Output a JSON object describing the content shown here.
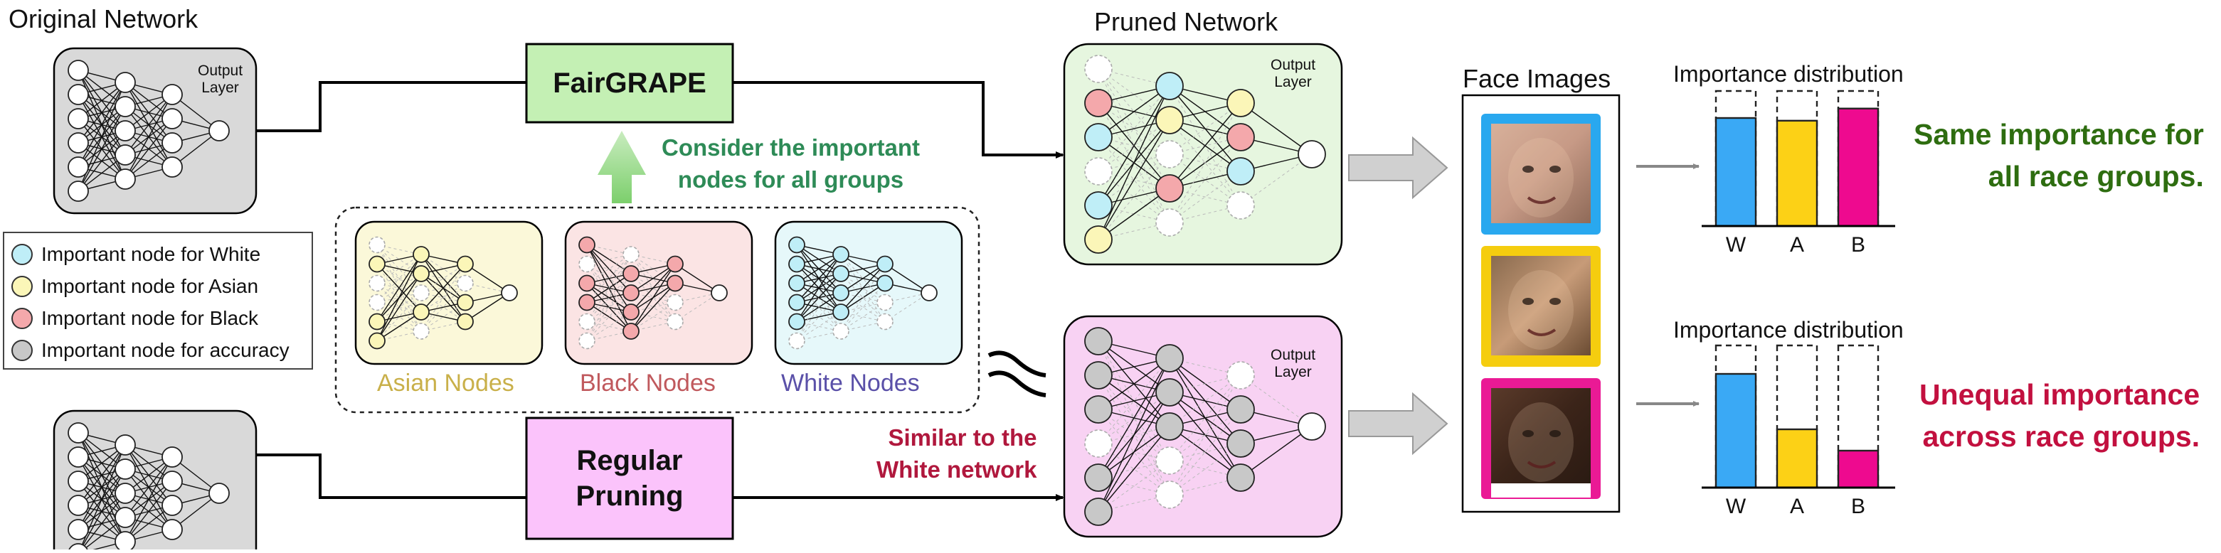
{
  "labels": {
    "original_network": "Original Network",
    "pruned_network": "Pruned Network",
    "output_layer": [
      "Output",
      "Layer"
    ],
    "fairgrape": "FairGRAPE",
    "regular_pruning": [
      "Regular",
      "Pruning"
    ],
    "consider": [
      "Consider the important",
      "nodes for all groups"
    ],
    "similar": [
      "Similar to the",
      "White network"
    ],
    "face_images": "Face Images",
    "importance_distribution": "Importance distribution",
    "same_importance": [
      "Same importance for",
      "all race groups."
    ],
    "unequal_importance": [
      "Unequal importance",
      "across race groups."
    ]
  },
  "legend": [
    {
      "label": "Important node for White",
      "color": "#bfeef7"
    },
    {
      "label": "Important node for Asian",
      "color": "#fbf6b8"
    },
    {
      "label": "Important node for Black",
      "color": "#f4a8ab"
    },
    {
      "label": "Important node for accuracy",
      "color": "#c8c8c8"
    }
  ],
  "groups": [
    {
      "label": "Asian Nodes",
      "color": "#c9b04a",
      "bg": "#fbf8d9",
      "node": "#fbf6b8"
    },
    {
      "label": "Black Nodes",
      "color": "#c0595d",
      "bg": "#fbe4e4",
      "node": "#f4a8ab"
    },
    {
      "label": "White Nodes",
      "color": "#5a50a8",
      "bg": "#e6f8fa",
      "node": "#bfeef7"
    }
  ],
  "colors": {
    "network_gray_bg": "#d9d9d9",
    "pruned_green_bg": "#e6f6df",
    "pruned_pink_bg": "#f8d2f3",
    "fairgrape_box": "#c4f0b4",
    "regular_box": "#fbc3fb",
    "bar_white": "#3aa9f5",
    "bar_asian": "#fcd116",
    "bar_black": "#ee0a8f",
    "face_frame_1": "#29a8ef",
    "face_frame_2": "#f5cd0f",
    "face_frame_3": "#ea1a95"
  },
  "chart_data": [
    {
      "type": "bar",
      "title": "Importance distribution",
      "categories": [
        "W",
        "A",
        "B"
      ],
      "values": [
        0.8,
        0.78,
        0.87
      ],
      "ylim": [
        0,
        1
      ],
      "note": "Same importance for all race groups."
    },
    {
      "type": "bar",
      "title": "Importance distribution",
      "categories": [
        "W",
        "A",
        "B"
      ],
      "values": [
        0.8,
        0.41,
        0.26
      ],
      "ylim": [
        0,
        1
      ],
      "note": "Unequal importance across race groups."
    }
  ]
}
